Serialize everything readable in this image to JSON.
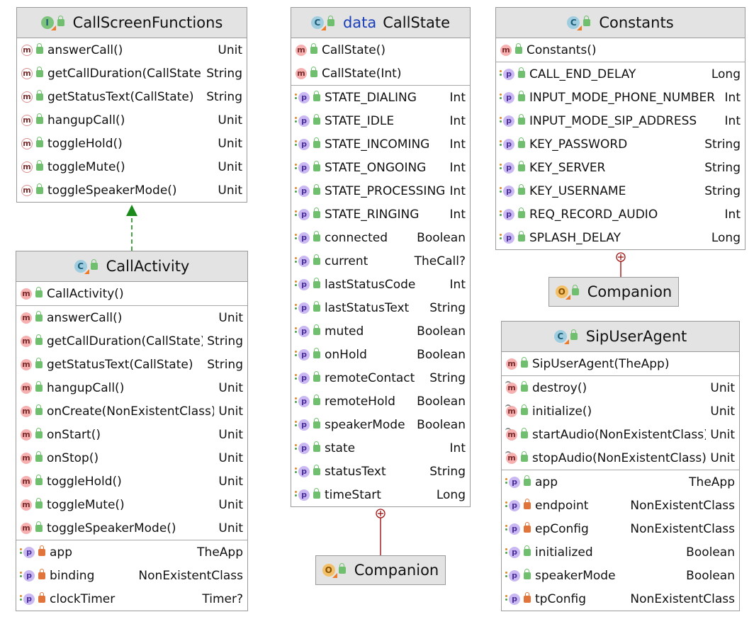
{
  "classes": {
    "callScreenFunctions": {
      "title": "CallScreenFunctions",
      "sections": [
        [
          {
            "icon": "abstract-method-icon",
            "name": "answerCall()",
            "type": "Unit"
          },
          {
            "icon": "abstract-method-icon",
            "name": "getCallDuration(CallState)",
            "type": "String"
          },
          {
            "icon": "abstract-method-icon",
            "name": "getStatusText(CallState)",
            "type": "String"
          },
          {
            "icon": "abstract-method-icon",
            "name": "hangupCall()",
            "type": "Unit"
          },
          {
            "icon": "abstract-method-icon",
            "name": "toggleHold()",
            "type": "Unit"
          },
          {
            "icon": "abstract-method-icon",
            "name": "toggleMute()",
            "type": "Unit"
          },
          {
            "icon": "abstract-method-icon",
            "name": "toggleSpeakerMode()",
            "type": "Unit"
          }
        ]
      ]
    },
    "callActivity": {
      "title": "CallActivity",
      "sections": [
        [
          {
            "icon": "method-icon",
            "name": "CallActivity()",
            "type": ""
          }
        ],
        [
          {
            "icon": "method-icon",
            "name": "answerCall()",
            "type": "Unit"
          },
          {
            "icon": "method-icon",
            "name": "getCallDuration(CallState)",
            "type": "String"
          },
          {
            "icon": "method-icon",
            "name": "getStatusText(CallState)",
            "type": "String"
          },
          {
            "icon": "method-icon",
            "name": "hangupCall()",
            "type": "Unit"
          },
          {
            "icon": "method-icon",
            "name": "onCreate(NonExistentClass)",
            "type": "Unit"
          },
          {
            "icon": "method-icon",
            "name": "onStart()",
            "type": "Unit"
          },
          {
            "icon": "method-icon",
            "name": "onStop()",
            "type": "Unit"
          },
          {
            "icon": "method-icon",
            "name": "toggleHold()",
            "type": "Unit"
          },
          {
            "icon": "method-icon",
            "name": "toggleMute()",
            "type": "Unit"
          },
          {
            "icon": "method-icon",
            "name": "toggleSpeakerMode()",
            "type": "Unit"
          }
        ],
        [
          {
            "icon": "property-icon",
            "vis": "private",
            "name": "app",
            "type": "TheApp"
          },
          {
            "icon": "property-icon",
            "vis": "private",
            "name": "binding",
            "type": "NonExistentClass"
          },
          {
            "icon": "property-icon",
            "vis": "private",
            "name": "clockTimer",
            "type": "Timer?"
          }
        ]
      ]
    },
    "callState": {
      "keyword": "data",
      "title": "CallState",
      "sections": [
        [
          {
            "icon": "method-icon",
            "name": "CallState()",
            "type": ""
          },
          {
            "icon": "method-icon",
            "name": "CallState(Int)",
            "type": ""
          }
        ],
        [
          {
            "icon": "property-icon",
            "name": "STATE_DIALING",
            "type": "Int"
          },
          {
            "icon": "property-icon",
            "name": "STATE_IDLE",
            "type": "Int"
          },
          {
            "icon": "property-icon",
            "name": "STATE_INCOMING",
            "type": "Int"
          },
          {
            "icon": "property-icon",
            "name": "STATE_ONGOING",
            "type": "Int"
          },
          {
            "icon": "property-icon",
            "name": "STATE_PROCESSING",
            "type": "Int"
          },
          {
            "icon": "property-icon",
            "name": "STATE_RINGING",
            "type": "Int"
          },
          {
            "icon": "property-icon",
            "name": "connected",
            "type": "Boolean"
          },
          {
            "icon": "property-icon",
            "name": "current",
            "type": "TheCall?"
          },
          {
            "icon": "property-icon",
            "name": "lastStatusCode",
            "type": "Int"
          },
          {
            "icon": "property-icon",
            "name": "lastStatusText",
            "type": "String"
          },
          {
            "icon": "property-icon",
            "name": "muted",
            "type": "Boolean"
          },
          {
            "icon": "property-icon",
            "name": "onHold",
            "type": "Boolean"
          },
          {
            "icon": "property-icon",
            "name": "remoteContact",
            "type": "String"
          },
          {
            "icon": "property-icon",
            "name": "remoteHold",
            "type": "Boolean"
          },
          {
            "icon": "property-icon",
            "name": "speakerMode",
            "type": "Boolean"
          },
          {
            "icon": "property-icon",
            "name": "state",
            "type": "Int"
          },
          {
            "icon": "property-icon",
            "name": "statusText",
            "type": "String"
          },
          {
            "icon": "property-icon",
            "name": "timeStart",
            "type": "Long"
          }
        ]
      ]
    },
    "callStateCompanion": {
      "title": "Companion"
    },
    "constants": {
      "title": "Constants",
      "sections": [
        [
          {
            "icon": "method-icon",
            "name": "Constants()",
            "type": ""
          }
        ],
        [
          {
            "icon": "property-icon",
            "name": "CALL_END_DELAY",
            "type": "Long"
          },
          {
            "icon": "property-icon",
            "name": "INPUT_MODE_PHONE_NUMBER",
            "type": "Int"
          },
          {
            "icon": "property-icon",
            "name": "INPUT_MODE_SIP_ADDRESS",
            "type": "Int"
          },
          {
            "icon": "property-icon",
            "name": "KEY_PASSWORD",
            "type": "String"
          },
          {
            "icon": "property-icon",
            "name": "KEY_SERVER",
            "type": "String"
          },
          {
            "icon": "property-icon",
            "name": "KEY_USERNAME",
            "type": "String"
          },
          {
            "icon": "property-icon",
            "name": "REQ_RECORD_AUDIO",
            "type": "Int"
          },
          {
            "icon": "property-icon",
            "name": "SPLASH_DELAY",
            "type": "Long"
          }
        ]
      ]
    },
    "constantsCompanion": {
      "title": "Companion"
    },
    "sipUserAgent": {
      "title": "SipUserAgent",
      "sections": [
        [
          {
            "icon": "method-icon",
            "name": "SipUserAgent(TheApp)",
            "type": ""
          }
        ],
        [
          {
            "icon": "override-method-icon",
            "name": "destroy()",
            "type": "Unit"
          },
          {
            "icon": "override-method-icon",
            "name": "initialize()",
            "type": "Unit"
          },
          {
            "icon": "override-method-icon",
            "name": "startAudio(NonExistentClass)",
            "type": "Unit"
          },
          {
            "icon": "override-method-icon",
            "name": "stopAudio(NonExistentClass)",
            "type": "Unit"
          }
        ],
        [
          {
            "icon": "property-icon",
            "name": "app",
            "type": "TheApp"
          },
          {
            "icon": "property-icon",
            "vis": "private",
            "name": "endpoint",
            "type": "NonExistentClass"
          },
          {
            "icon": "property-icon",
            "vis": "private",
            "name": "epConfig",
            "type": "NonExistentClass"
          },
          {
            "icon": "property-icon",
            "name": "initialized",
            "type": "Boolean"
          },
          {
            "icon": "property-icon",
            "name": "speakerMode",
            "type": "Boolean"
          },
          {
            "icon": "property-icon",
            "vis": "private",
            "name": "tpConfig",
            "type": "NonExistentClass"
          }
        ]
      ]
    }
  },
  "colors": {
    "header_bg": "#e3e3e3",
    "border": "#9a9a9a",
    "realization_arrow": "#1a8a1a",
    "nested_link": "#a01010",
    "keyword": "#1a3fb8"
  }
}
